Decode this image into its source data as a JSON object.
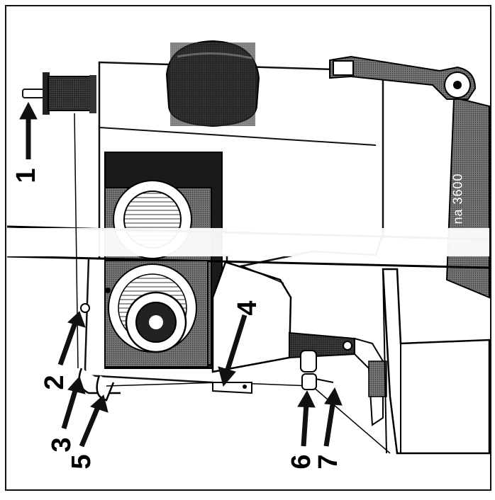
{
  "labels": {
    "l1": "1",
    "l2": "2",
    "l3": "3",
    "l4": "4",
    "l5": "5",
    "l6": "6",
    "l7": "7"
  },
  "brand_text": "na 3600",
  "colors": {
    "ink": "#111111",
    "paper": "#ffffff",
    "panel_dark": "#1a1a1a",
    "panel_mid": "#6e6e6e",
    "stripe_gray": "#9a9a9a"
  }
}
